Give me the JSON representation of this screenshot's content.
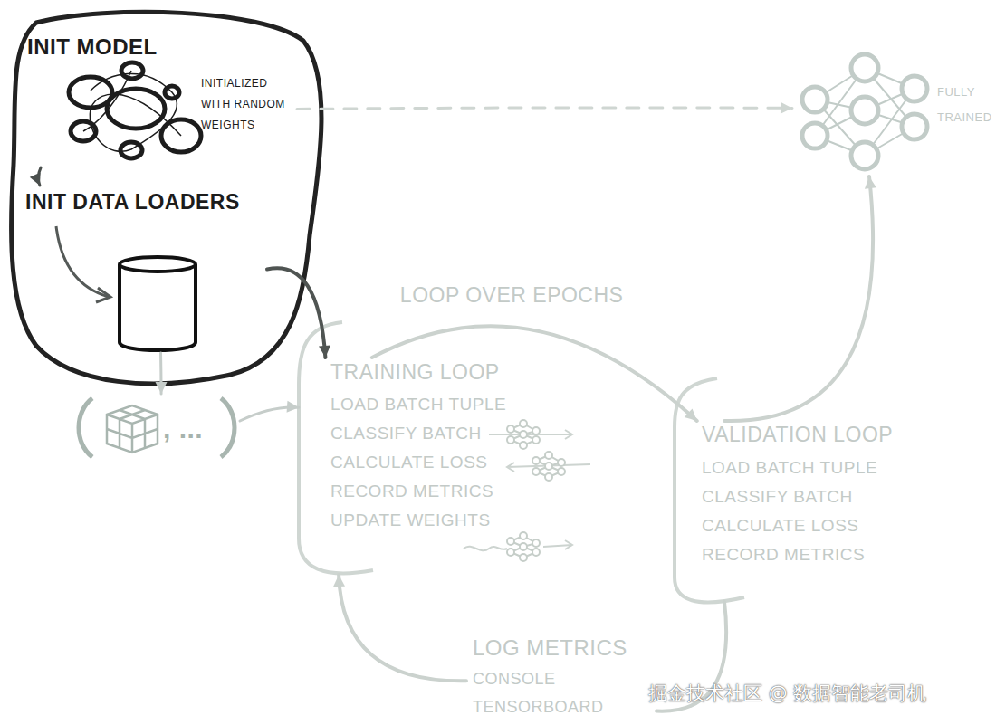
{
  "diagram": {
    "nodes": [
      {
        "text": [
          "INIT MODEL",
          "INITIALIZED WITH RANDOM WEIGHTS"
        ]
      },
      {
        "text": [
          "INIT DATA LOADERS"
        ]
      },
      {
        "text": [
          ", ..."
        ]
      },
      {
        "text": [
          "TRAINING LOOP",
          "LOAD BATCH TUPLE",
          "CLASSIFY BATCH",
          "CALCULATE LOSS",
          "RECORD METRICS",
          "UPDATE WEIGHTS"
        ]
      },
      {
        "text": [
          "VALIDATION LOOP",
          "LOAD BATCH TUPLE",
          "CLASSIFY BATCH",
          "CALCULATE LOSS",
          "RECORD METRICS"
        ]
      },
      {
        "text": [
          "LOG METRICS",
          "CONSOLE",
          "TENSORBOARD"
        ]
      },
      {
        "text": [
          "FULLY TRAINED"
        ]
      }
    ],
    "edges": [
      {
        "from": 0,
        "to": 1,
        "arrow": "to"
      },
      {
        "from": 0,
        "to": 6,
        "arrow": "to"
      },
      {
        "from": 1,
        "to": 3,
        "arrow": "to"
      },
      {
        "from": 1,
        "to": 2,
        "arrow": "to"
      },
      {
        "from": 2,
        "to": 3,
        "arrow": "to"
      },
      {
        "from": 3,
        "to": 4,
        "label": "LOOP OVER EPOCHS",
        "arrow": "to"
      },
      {
        "from": 4,
        "to": 6,
        "arrow": "to"
      },
      {
        "from": 4,
        "to": 5,
        "arrow": "none"
      },
      {
        "from": 5,
        "to": 3,
        "arrow": "to"
      }
    ],
    "labels": [
      "掘金技术社区 @ 数据智能老司机"
    ]
  }
}
